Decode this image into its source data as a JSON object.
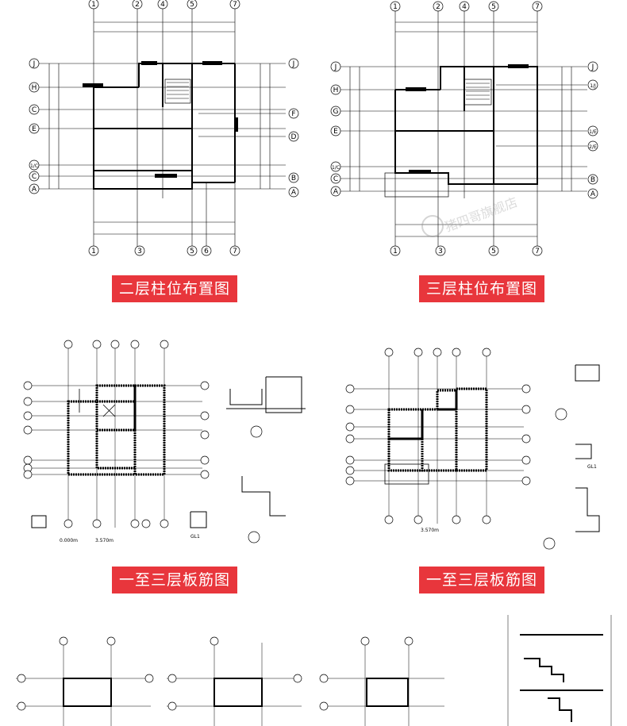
{
  "panels": [
    {
      "caption": "二层柱位布置图"
    },
    {
      "caption": "三层柱位布置图"
    },
    {
      "caption": "一至三层板筋图"
    },
    {
      "caption": "一至三层板筋图"
    }
  ],
  "axes": {
    "top_a": [
      "1",
      "2",
      "4",
      "5",
      "7"
    ],
    "bottom_a": [
      "1",
      "3",
      "5",
      "6",
      "7"
    ],
    "left_a": [
      "J",
      "H",
      "C",
      "E",
      "1/C",
      "C",
      "A"
    ],
    "right_a": [
      "J",
      "F",
      "D",
      "B",
      "A"
    ],
    "top_b": [
      "1",
      "2",
      "4",
      "5",
      "7"
    ],
    "bottom_b": [
      "1",
      "3",
      "5",
      "7"
    ],
    "left_b": [
      "J",
      "H",
      "G",
      "E",
      "1/C",
      "C",
      "A"
    ],
    "right_b": [
      "J",
      "1/J",
      "1/E",
      "2/E",
      "B",
      "A"
    ]
  },
  "watermark": "猪四哥旗舰店",
  "colors": {
    "caption_bg": "#e8363c",
    "line": "#000000"
  }
}
